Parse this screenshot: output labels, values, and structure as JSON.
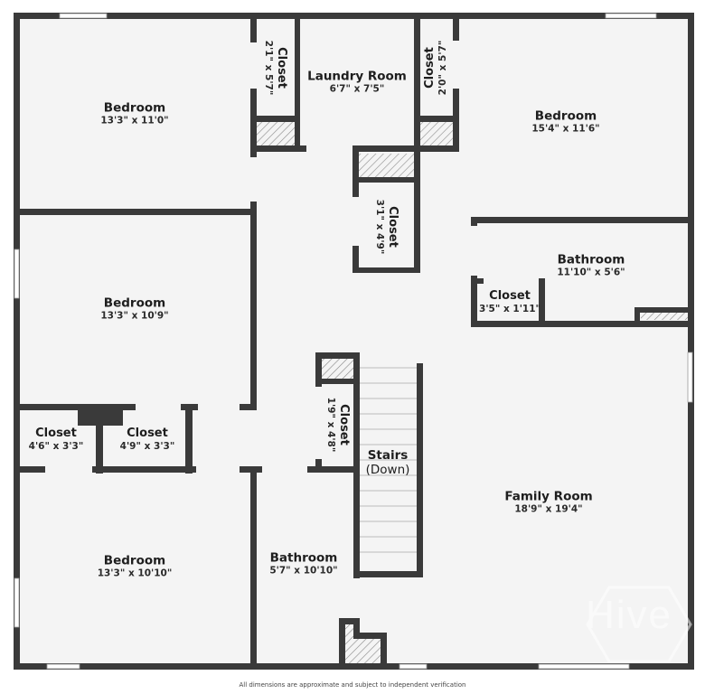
{
  "floorplan": {
    "colors": {
      "wall": "#3a3a3a",
      "floor": "#f4f4f4",
      "hatch": "#8a8a8a",
      "background": "#ffffff",
      "text": "#1e1e1e"
    },
    "rooms": [
      {
        "id": "bedroom-1",
        "name": "Bedroom",
        "dims": "13'3\" x 11'0\""
      },
      {
        "id": "closet-1",
        "name": "Closet",
        "dims": "2'1\" x 5'7\""
      },
      {
        "id": "laundry",
        "name": "Laundry Room",
        "dims": "6'7\" x 7'5\""
      },
      {
        "id": "closet-2",
        "name": "Closet",
        "dims": "2'0\" x 5'7\""
      },
      {
        "id": "bedroom-2",
        "name": "Bedroom",
        "dims": "15'4\" x 11'6\""
      },
      {
        "id": "closet-3",
        "name": "Closet",
        "dims": "3'1\" x 4'9\""
      },
      {
        "id": "bathroom-1",
        "name": "Bathroom",
        "dims": "11'10\" x 5'6\""
      },
      {
        "id": "closet-4",
        "name": "Closet",
        "dims": "3'5\" x 1'11\""
      },
      {
        "id": "bedroom-3",
        "name": "Bedroom",
        "dims": "13'3\" x 10'9\""
      },
      {
        "id": "closet-5",
        "name": "Closet",
        "dims": "4'6\" x 3'3\""
      },
      {
        "id": "closet-6",
        "name": "Closet",
        "dims": "4'9\" x 3'3\""
      },
      {
        "id": "closet-7",
        "name": "Closet",
        "dims": "1'9\" x 4'8\""
      },
      {
        "id": "stairs",
        "name": "Stairs",
        "dims": "(Down)"
      },
      {
        "id": "family-room",
        "name": "Family Room",
        "dims": "18'9\" x 19'4\""
      },
      {
        "id": "bedroom-4",
        "name": "Bedroom",
        "dims": "13'3\" x 10'10\""
      },
      {
        "id": "bathroom-2",
        "name": "Bathroom",
        "dims": "5'7\" x 10'10\""
      }
    ],
    "disclaimer": "All dimensions are approximate and subject to independent verification",
    "watermark": "Hive"
  }
}
